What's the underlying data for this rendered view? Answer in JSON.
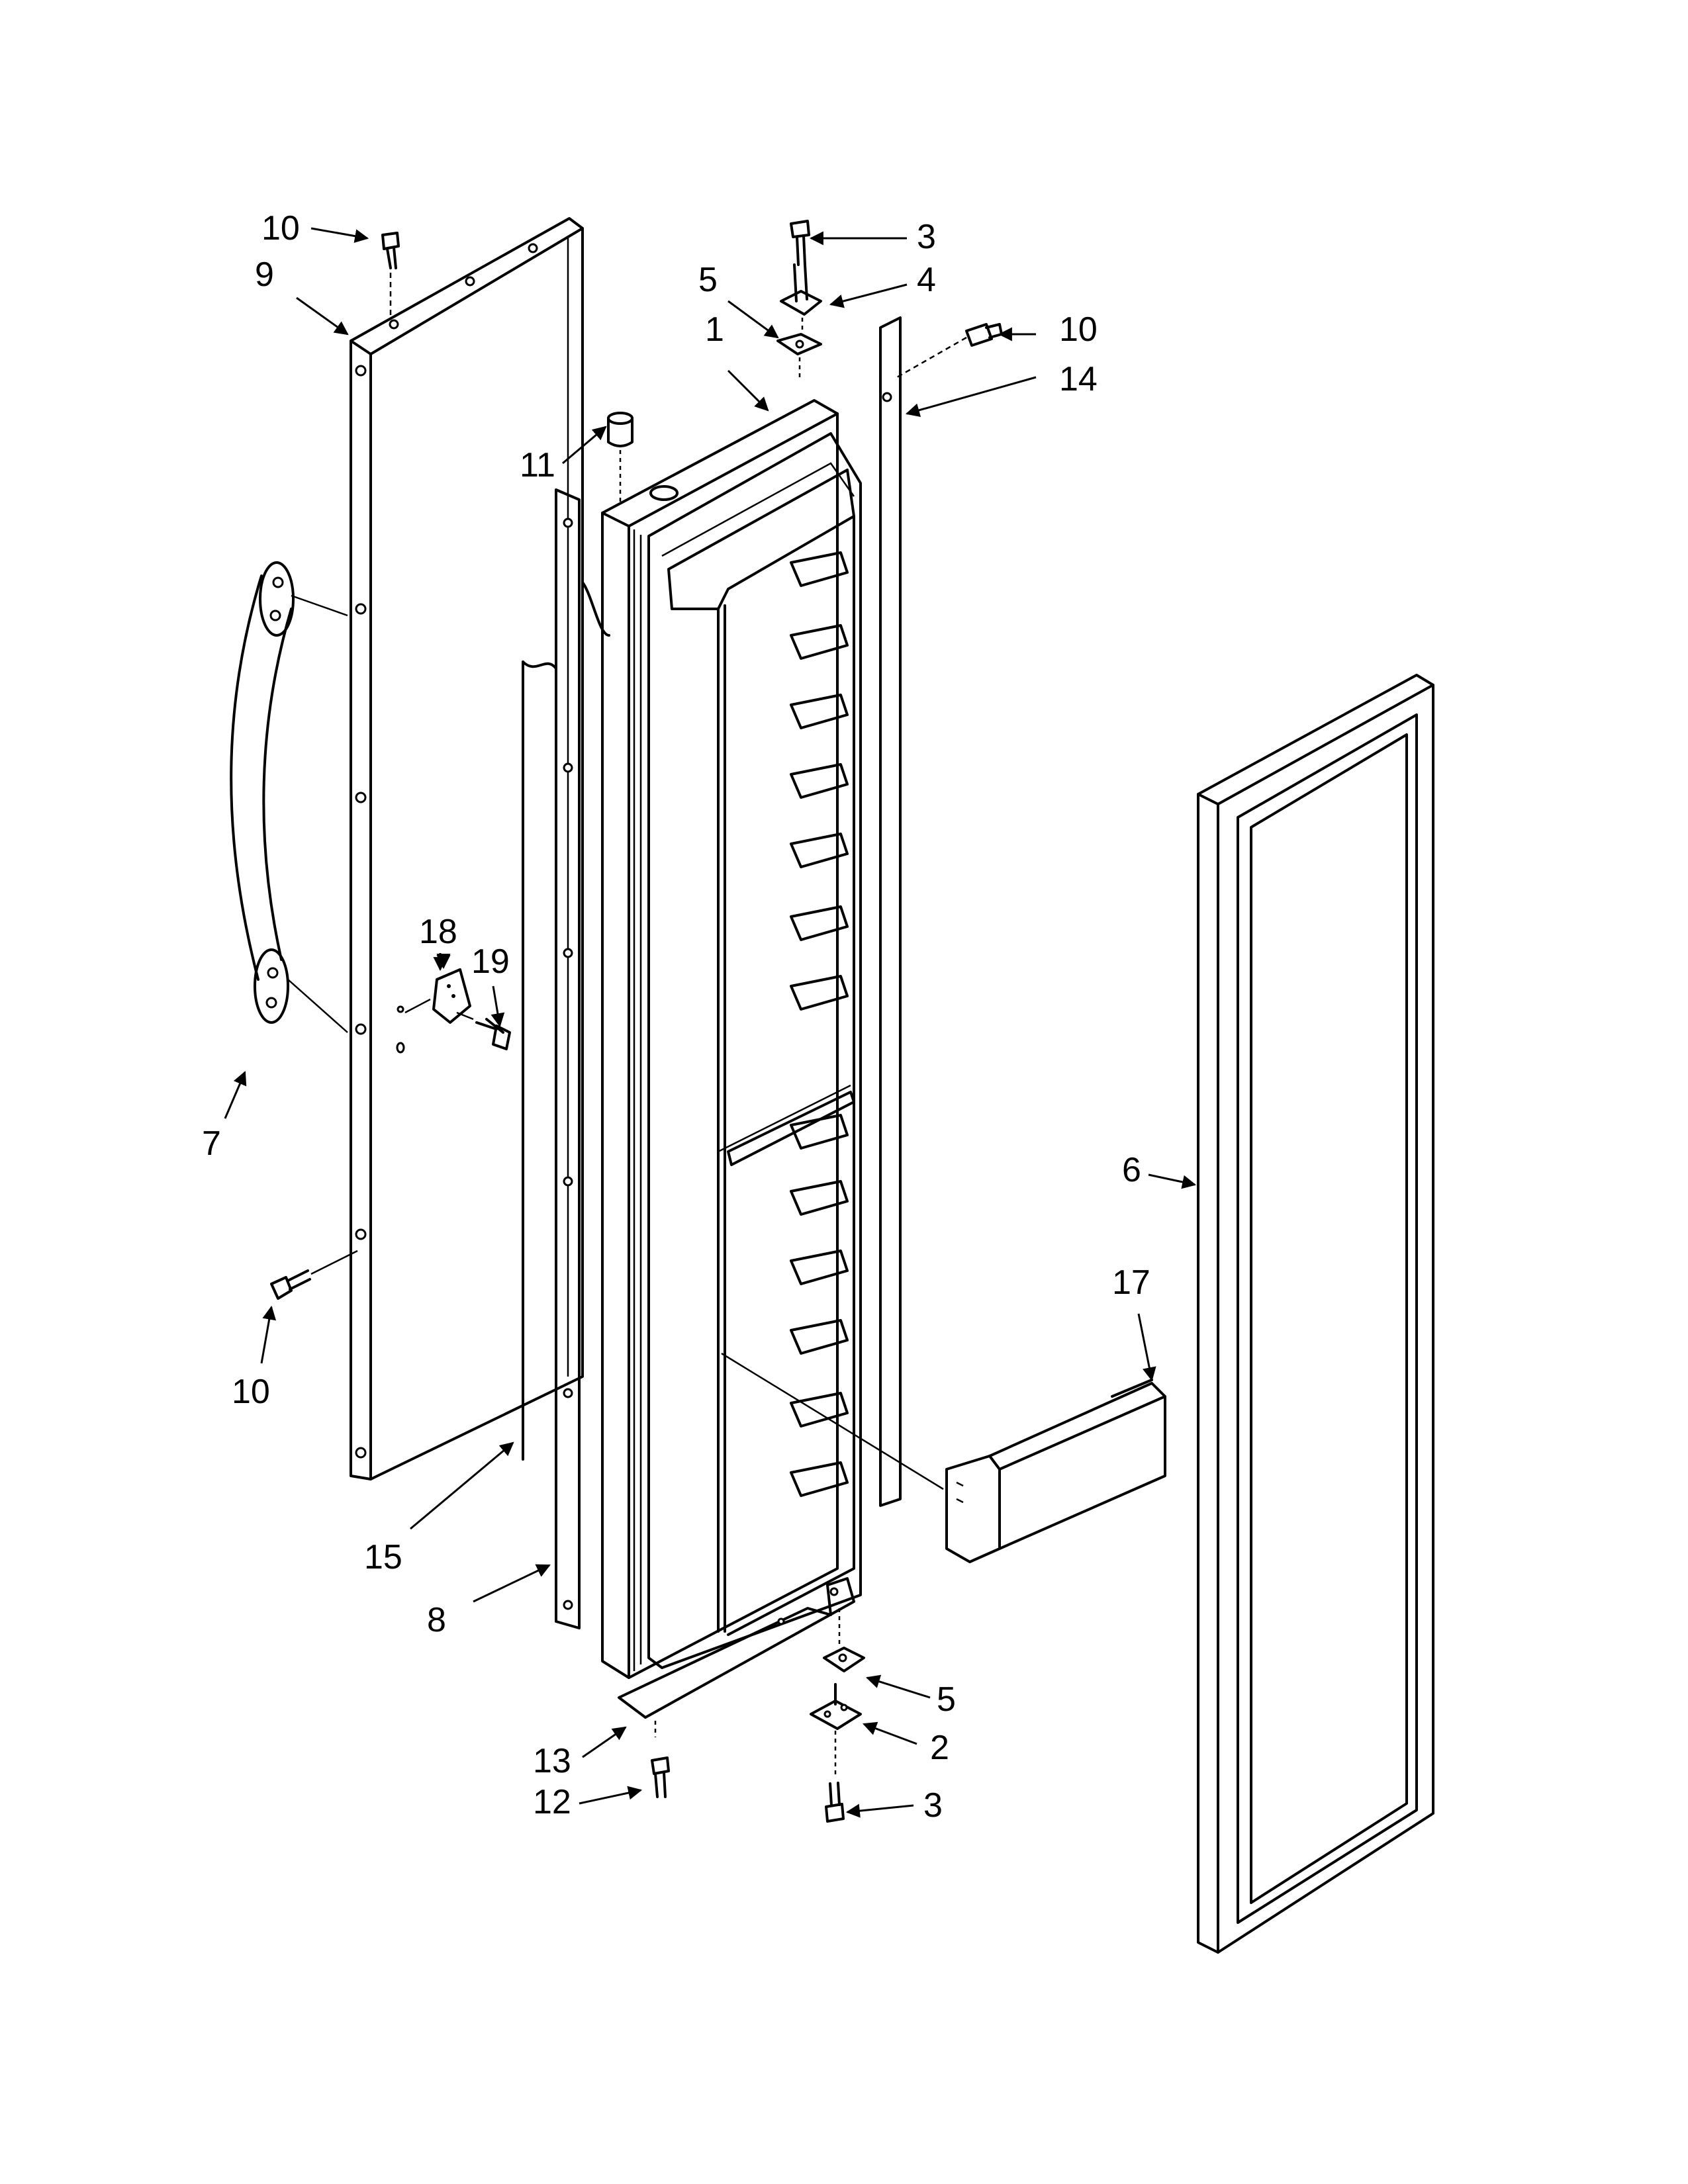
{
  "callouts": [
    {
      "id": "c10a",
      "label": "10"
    },
    {
      "id": "c9",
      "label": "9"
    },
    {
      "id": "c3a",
      "label": "3"
    },
    {
      "id": "c4",
      "label": "4"
    },
    {
      "id": "c5a",
      "label": "5"
    },
    {
      "id": "c10b",
      "label": "10"
    },
    {
      "id": "c1",
      "label": "1"
    },
    {
      "id": "c14",
      "label": "14"
    },
    {
      "id": "c11",
      "label": "11"
    },
    {
      "id": "c18",
      "label": "18"
    },
    {
      "id": "c19",
      "label": "19"
    },
    {
      "id": "c7",
      "label": "7"
    },
    {
      "id": "c10c",
      "label": "10"
    },
    {
      "id": "c6",
      "label": "6"
    },
    {
      "id": "c17",
      "label": "17"
    },
    {
      "id": "c15",
      "label": "15"
    },
    {
      "id": "c8",
      "label": "8"
    },
    {
      "id": "c5b",
      "label": "5"
    },
    {
      "id": "c2",
      "label": "2"
    },
    {
      "id": "c13",
      "label": "13"
    },
    {
      "id": "c12",
      "label": "12"
    },
    {
      "id": "c3b",
      "label": "3"
    }
  ]
}
